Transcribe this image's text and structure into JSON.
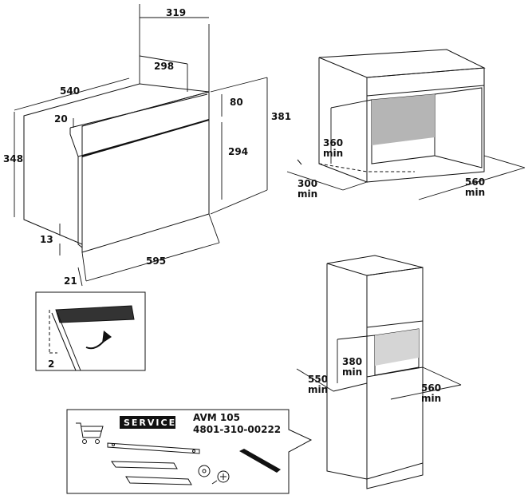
{
  "oven_dimensions": {
    "depth_top_total": "319",
    "depth_top_body": "298",
    "width_side": "540",
    "height_total": "381",
    "panel_height": "80",
    "door_height": "294",
    "top_gap": "20",
    "height_body": "348",
    "bottom_gap": "13",
    "width_front": "595",
    "door_thickness": "21"
  },
  "cavity_top": {
    "height": "360",
    "height_unit": "min",
    "depth": "300",
    "depth_unit": "min",
    "width": "560",
    "width_unit": "min"
  },
  "cavity_column": {
    "height": "380",
    "height_unit": "min",
    "depth": "550",
    "depth_unit": "min",
    "width": "560",
    "width_unit": "min"
  },
  "detail": {
    "gap": "2"
  },
  "service": {
    "badge": "SERVICE",
    "model": "AVM 105",
    "code": "4801-310-00222"
  }
}
